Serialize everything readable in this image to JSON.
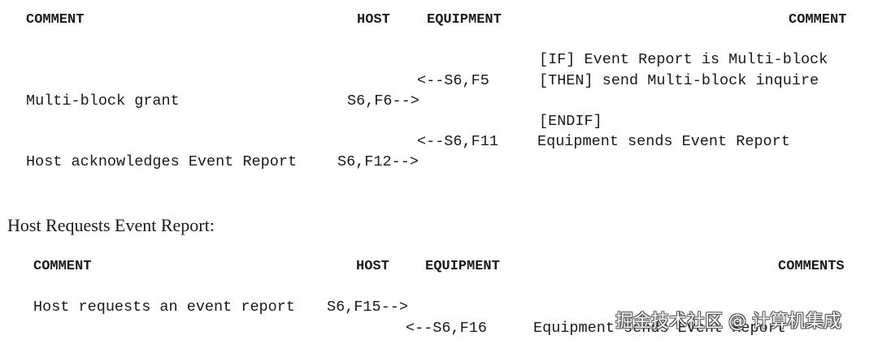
{
  "section1": {
    "headers": {
      "comment_left": "COMMENT",
      "host": "HOST",
      "equipment": "EQUIPMENT",
      "comment_right": "COMMENT"
    },
    "rows": [
      {
        "right": "[IF] Event Report is Multi-block"
      },
      {
        "msg": "<--S6,F5",
        "right": "[THEN] send Multi-block inquire"
      },
      {
        "left": "Multi-block grant",
        "msg": "S6,F6-->"
      },
      {
        "right": "[ENDIF]"
      },
      {
        "msg": "<--S6,F11",
        "right": "Equipment sends Event Report"
      },
      {
        "left": "Host acknowledges Event Report",
        "msg": "S6,F12-->"
      }
    ]
  },
  "section2": {
    "title": "Host Requests Event Report:",
    "headers": {
      "comment_left": "COMMENT",
      "host": "HOST",
      "equipment": "EQUIPMENT",
      "comment_right": "COMMENTS"
    },
    "rows": [
      {
        "left": "Host requests an event report",
        "msg": "S6,F15-->"
      },
      {
        "msg": "<--S6,F16",
        "right": "Equipment sends Event Report"
      }
    ]
  },
  "watermark": "掘金技术社区 @ 计算机集成"
}
